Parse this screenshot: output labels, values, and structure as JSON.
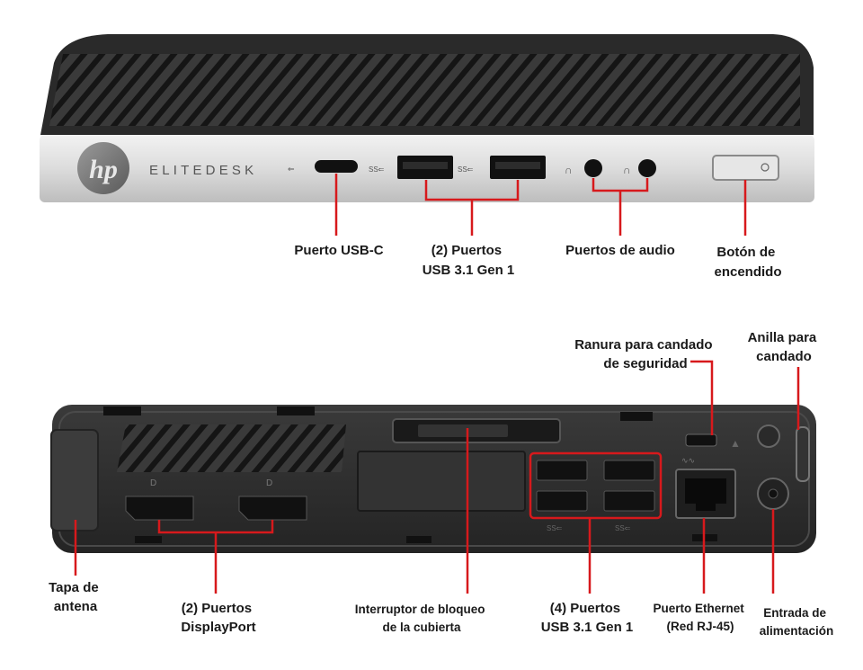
{
  "colors": {
    "callout": "#d7191c",
    "chassis": "#2b2b2b",
    "silver": "#d9d9d9",
    "label": "#1a1a1a"
  },
  "front": {
    "brand_logo": "hp",
    "model_name": "ELITEDESK",
    "callouts": {
      "usb_c": {
        "lines": [
          "Puerto USB-C"
        ]
      },
      "usb_front": {
        "lines": [
          "(2) Puertos",
          "USB 3.1 Gen 1"
        ]
      },
      "audio": {
        "lines": [
          "Puertos de audio"
        ]
      },
      "power_button": {
        "lines": [
          "Botón de",
          "encendido"
        ]
      }
    }
  },
  "rear": {
    "callouts": {
      "security_slot": {
        "lines": [
          "Ranura para candado",
          "de seguridad"
        ]
      },
      "padlock_loop": {
        "lines": [
          "Anilla para",
          "candado"
        ]
      },
      "antenna_cover": {
        "lines": [
          "Tapa de",
          "antena"
        ]
      },
      "displayport": {
        "lines": [
          "(2) Puertos",
          "DisplayPort"
        ]
      },
      "cover_lock": {
        "lines": [
          "Interruptor de bloqueo",
          "de la cubierta"
        ]
      },
      "usb_rear": {
        "lines": [
          "(4) Puertos",
          "USB 3.1 Gen 1"
        ]
      },
      "ethernet": {
        "lines": [
          "Puerto Ethernet",
          "(Red RJ-45)"
        ]
      },
      "power_input": {
        "lines": [
          "Entrada de",
          "alimentación"
        ]
      }
    }
  }
}
